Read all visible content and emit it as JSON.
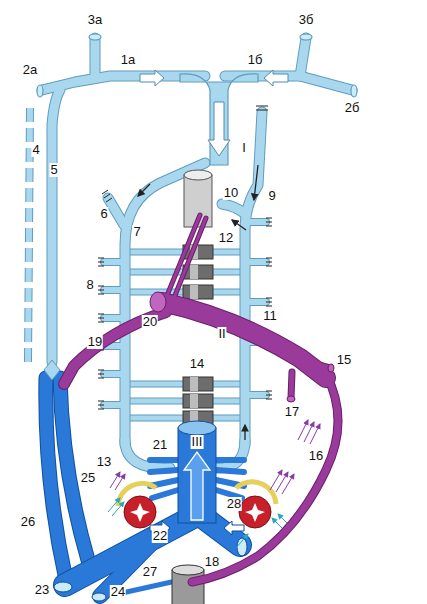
{
  "diagram": {
    "labels": [
      "3а",
      "3б",
      "2а",
      "1а",
      "1б",
      "2б",
      "4",
      "5",
      "I",
      "6",
      "9",
      "10",
      "7",
      "12",
      "8",
      "11",
      "20",
      "II",
      "19",
      "14",
      "15",
      "17",
      "16",
      "21",
      "III",
      "13",
      "22",
      "28",
      "25",
      "26",
      "23",
      "24",
      "27",
      "18"
    ]
  }
}
